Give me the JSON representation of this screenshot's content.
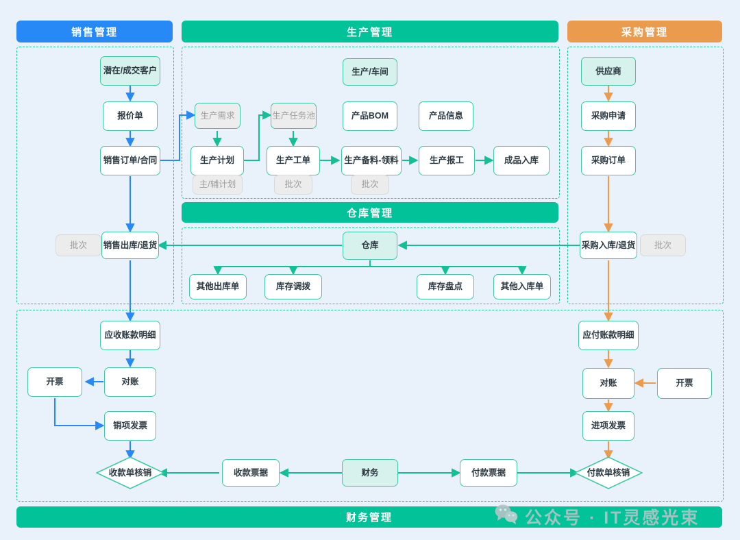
{
  "colors": {
    "background": "#e9f2fa",
    "sales_accent": "#2689f5",
    "production_accent": "#01c298",
    "purchase_accent": "#eb9b4e",
    "node_border": "#3fc9a6",
    "node_fill": "#ffffff",
    "node_fill_tint": "#d7f2ec",
    "chip_fill": "#ececec",
    "chip_text": "#9d9d9d",
    "dash_border": "#18c39a",
    "text": "#2d3a42"
  },
  "banners": [
    {
      "id": "sales",
      "label": "销售管理",
      "color": "blue"
    },
    {
      "id": "production",
      "label": "生产管理",
      "color": "green"
    },
    {
      "id": "purchase",
      "label": "采购管理",
      "color": "orange"
    },
    {
      "id": "warehouse",
      "label": "仓库管理",
      "color": "green"
    },
    {
      "id": "finance",
      "label": "财务管理",
      "color": "green"
    }
  ],
  "nodes": {
    "sales_customer": "潜在/成交客户",
    "sales_quote": "报价单",
    "sales_order": "销售订单/合同",
    "sales_out_chip": "批次",
    "sales_out": "销售出库/退货",
    "prod_workshop": "生产/车间",
    "prod_demand": "生产需求",
    "prod_taskpool": "生产任务池",
    "prod_bom": "产品BOM",
    "prod_info": "产品信息",
    "prod_plan": "生产计划",
    "prod_plan_chip": "主/辅计划",
    "prod_workorder": "生产工单",
    "prod_workorder_chip": "批次",
    "prod_prepare": "生产备料-领料",
    "prod_prepare_chip": "批次",
    "prod_report": "生产报工",
    "prod_finished_in": "成品入库",
    "buy_supplier": "供应商",
    "buy_request": "采购申请",
    "buy_order": "采购订单",
    "buy_in": "采购入库/退货",
    "buy_in_chip": "批次",
    "wh_warehouse": "仓库",
    "wh_other_out": "其他出库单",
    "wh_transfer": "库存调拨",
    "wh_stocktake": "库存盘点",
    "wh_other_in": "其他入库单",
    "ar_detail": "应收账款明细",
    "ar_recon": "对账",
    "ar_invoice_btn": "开票",
    "ar_sales_invoice": "销项发票",
    "ar_writeoff": "收款单核销",
    "ar_receipt_doc": "收款票据",
    "fin_center": "财务",
    "ap_detail": "应付账款明细",
    "ap_recon": "对账",
    "ap_invoice_btn": "开票",
    "ap_input_invoice": "进项发票",
    "ap_writeoff": "付款单核销",
    "ap_payment_doc": "付款票据"
  },
  "watermark": {
    "icon": "wechat-icon",
    "text": "公众号 · IT灵感光束"
  },
  "chart_data": {
    "type": "diagram",
    "title": "ERP 业务流程图",
    "swimlanes": [
      "销售管理",
      "生产管理",
      "采购管理",
      "仓库管理",
      "财务管理"
    ],
    "edges": [
      [
        "潜在/成交客户",
        "报价单"
      ],
      [
        "报价单",
        "销售订单/合同"
      ],
      [
        "销售订单/合同",
        "生产需求"
      ],
      [
        "销售订单/合同",
        "销售出库/退货"
      ],
      [
        "生产需求",
        "生产计划"
      ],
      [
        "生产计划",
        "生产任务池"
      ],
      [
        "生产任务池",
        "生产工单"
      ],
      [
        "生产工单",
        "生产备料-领料"
      ],
      [
        "生产备料-领料",
        "生产报工"
      ],
      [
        "生产报工",
        "成品入库"
      ],
      [
        "供应商",
        "采购申请"
      ],
      [
        "采购申请",
        "采购订单"
      ],
      [
        "采购订单",
        "采购入库/退货"
      ],
      [
        "采购入库/退货",
        "仓库"
      ],
      [
        "仓库",
        "销售出库/退货"
      ],
      [
        "仓库",
        "其他出库单"
      ],
      [
        "仓库",
        "库存调拨"
      ],
      [
        "仓库",
        "库存盘点"
      ],
      [
        "仓库",
        "其他入库单"
      ],
      [
        "销售出库/退货",
        "应收账款明细"
      ],
      [
        "应收账款明细",
        "对账"
      ],
      [
        "对账",
        "开票"
      ],
      [
        "开票",
        "销项发票"
      ],
      [
        "销项发票",
        "收款单核销"
      ],
      [
        "收款票据",
        "收款单核销"
      ],
      [
        "财务",
        "收款票据"
      ],
      [
        "财务",
        "付款票据"
      ],
      [
        "付款票据",
        "付款单核销"
      ],
      [
        "采购入库/退货",
        "应付账款明细"
      ],
      [
        "应付账款明细",
        "对账"
      ],
      [
        "开票",
        "对账"
      ],
      [
        "对账",
        "进项发票"
      ],
      [
        "进项发票",
        "付款单核销"
      ]
    ]
  }
}
